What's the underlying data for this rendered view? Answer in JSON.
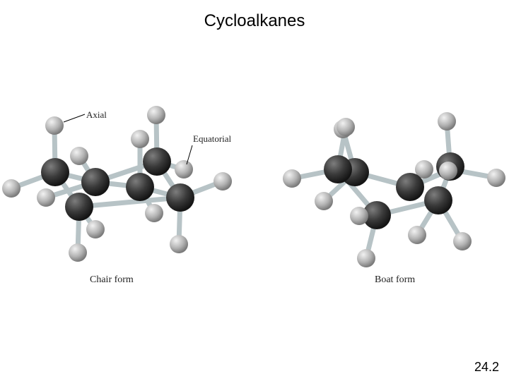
{
  "slide": {
    "title": "Cycloalkanes",
    "number": "24.2"
  },
  "figure": {
    "labels": {
      "axial": "Axial",
      "equatorial": "Equatorial",
      "chair_caption": "Chair form",
      "boat_caption": "Boat form"
    },
    "colors": {
      "carbon": "#2a2a2a",
      "hydrogen": "#a9a9a9",
      "bond": "#b7c3c6"
    },
    "molecules": [
      {
        "name": "cyclohexane-chair",
        "carbons": 6,
        "hydrogens": 12
      },
      {
        "name": "cyclohexane-boat",
        "carbons": 6,
        "hydrogens": 12
      }
    ]
  }
}
